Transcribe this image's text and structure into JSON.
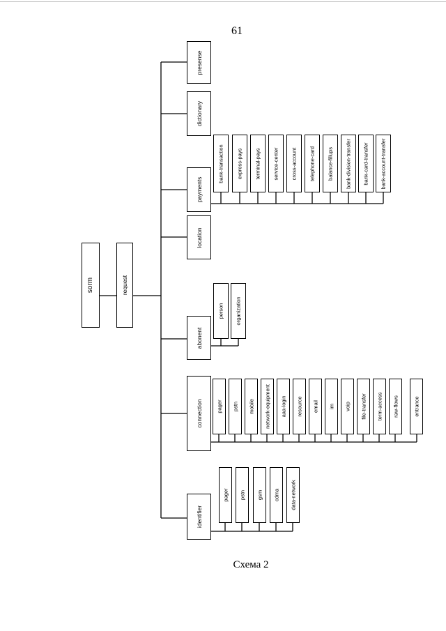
{
  "page_number": "61",
  "caption": "Схема 2",
  "root": "sorm",
  "request": "request",
  "categories": {
    "presense": "presense",
    "dictionary": "dictionary",
    "payments": "payments",
    "location": "location",
    "abonent": "abonent",
    "connection": "connection",
    "identifier": "identifier"
  },
  "payments_children": [
    "bank-transaction",
    "express-pays",
    "terminal-pays",
    "service-center",
    "cross-account",
    "telephone-card",
    "balance-fillups",
    "bank-division-transfer",
    "bank-card-transfer",
    "bank-account-transfer"
  ],
  "abonent_children": [
    "person",
    "organization"
  ],
  "connection_children": [
    "pager",
    "pstn",
    "mobile",
    "network-equipment",
    "aaa-login",
    "resource",
    "email",
    "im",
    "voip",
    "file-transfer",
    "term-access",
    "raw-flows",
    "entrance"
  ],
  "identifier_children": [
    "pager",
    "pstn",
    "gsm",
    "cdma",
    "data-network"
  ]
}
